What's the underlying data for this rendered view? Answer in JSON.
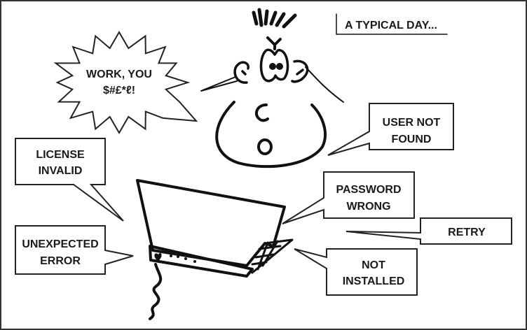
{
  "title": "A TYPICAL DAY...",
  "shout": {
    "line1": "WORK, YOU",
    "line2": "$#£*ℓ!"
  },
  "callouts": {
    "user_not_found": {
      "line1": "USER NOT",
      "line2": "FOUND"
    },
    "license_invalid": {
      "line1": "LICENSE",
      "line2": "INVALID"
    },
    "password_wrong": {
      "line1": "PASSWORD",
      "line2": "WRONG"
    },
    "retry": {
      "line1": "RETRY"
    },
    "unexpected_error": {
      "line1": "UNEXPECTED",
      "line2": "ERROR"
    },
    "not_installed": {
      "line1": "NOT",
      "line2": "INSTALLED"
    }
  },
  "colors": {
    "ink": "#111111",
    "frame": "#333333",
    "paper": "#ffffff"
  }
}
